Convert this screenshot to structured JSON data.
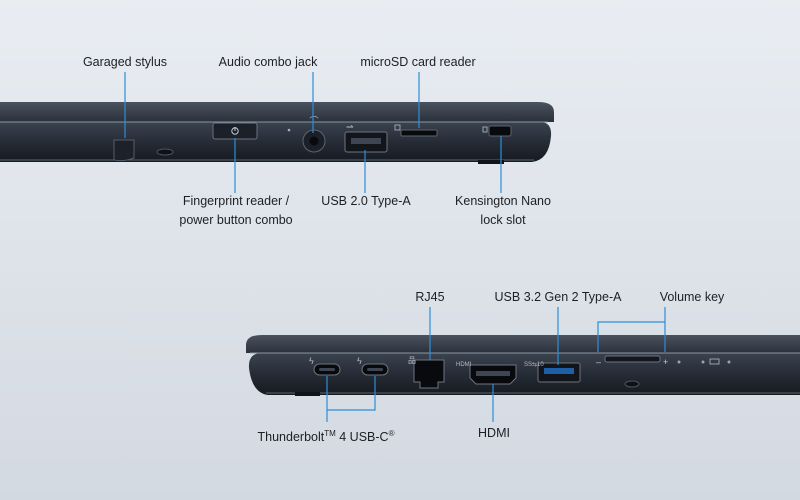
{
  "top_labels": {
    "garaged_stylus": "Garaged stylus",
    "audio_jack": "Audio combo jack",
    "microsd": "microSD card reader",
    "fingerprint_line1": "Fingerprint reader /",
    "fingerprint_line2": "power button combo",
    "usb20": "USB 2.0 Type-A",
    "kensington_line1": "Kensington Nano",
    "kensington_line2": "lock slot"
  },
  "bottom_labels": {
    "rj45": "RJ45",
    "usb32": "USB 3.2 Gen 2 Type-A",
    "volume": "Volume key",
    "thunderbolt_main": "Thunderbolt",
    "thunderbolt_tm": "TM",
    "thunderbolt_rest": " 4 USB-C",
    "thunderbolt_reg": "®",
    "hdmi": "HDMI"
  },
  "port_marks": {
    "hdmi_text": "HDMI",
    "usb_ss_text": "SS⇆10",
    "minus": "–",
    "plus": "+"
  },
  "colors": {
    "background": "#e1e6ec",
    "chassis": "#2a313c",
    "leader_line": "#2a8fd6",
    "label_text": "#1d1f24"
  }
}
